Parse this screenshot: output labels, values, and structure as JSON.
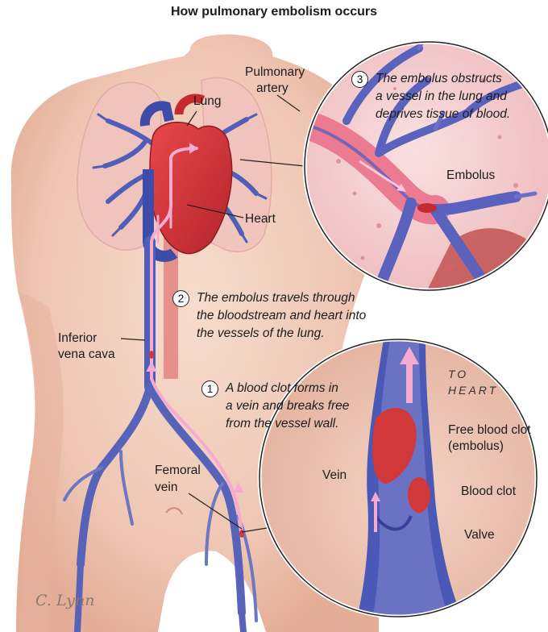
{
  "title": "How pulmonary embolism occurs",
  "labels": {
    "lung": "Lung",
    "pulmonary_artery": [
      "Pulmonary",
      "artery"
    ],
    "heart": "Heart",
    "embolus": "Embolus",
    "inferior_vena_cava": [
      "Inferior",
      "vena cava"
    ],
    "femoral_vein": [
      "Femoral",
      "vein"
    ],
    "vein": "Vein",
    "free_blood_clot": [
      "Free blood clot",
      "(embolus)"
    ],
    "blood_clot": "Blood clot",
    "valve": "Valve",
    "to_heart": [
      "TO",
      "HEART"
    ]
  },
  "steps": [
    {
      "number": "1",
      "lines": [
        "A blood clot forms in",
        "a vein and breaks free",
        "from the vessel wall."
      ]
    },
    {
      "number": "2",
      "lines": [
        "The embolus travels through",
        "the bloodstream and heart into",
        "the vessels of the lung."
      ]
    },
    {
      "number": "3",
      "lines": [
        "The embolus obstructs",
        "a vessel in the lung and",
        "deprives tissue of blood."
      ]
    }
  ],
  "signature": "C. Lynn",
  "colors": {
    "skin": "#f2cfc0",
    "skin_shadow": "#e3ab98",
    "vein_blue": "#4f5fb8",
    "artery_red": "#d9343a",
    "flow_pink": "#f5aad0",
    "lung_tissue": "#f5d4d4"
  }
}
